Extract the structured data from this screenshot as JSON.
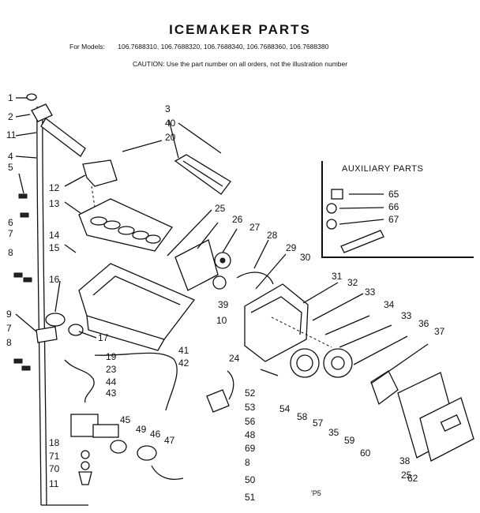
{
  "header": {
    "title": "ICEMAKER PARTS",
    "models_label": "For Models:",
    "models": "106.7688310, 106.7688320, 106.7688340, 106.7688360, 106.7688380",
    "caution": "CAUTION: Use the part number on all orders, not the illustration number"
  },
  "auxiliary": {
    "title": "AUXILIARY PARTS"
  },
  "callouts": [
    "1",
    "2",
    "11",
    "4",
    "5",
    "6",
    "7",
    "8",
    "12",
    "13",
    "14",
    "15",
    "16",
    "9",
    "7",
    "8",
    "17",
    "18",
    "71",
    "70",
    "11",
    "3",
    "40",
    "20",
    "25",
    "26",
    "27",
    "28",
    "29",
    "30",
    "39",
    "10",
    "24",
    "41",
    "42",
    "19",
    "23",
    "44",
    "43",
    "45",
    "49",
    "46",
    "47",
    "31",
    "32",
    "33",
    "34",
    "33",
    "36",
    "37",
    "52",
    "53",
    "56",
    "48",
    "69",
    "8",
    "50",
    "51",
    "54",
    "58",
    "57",
    "35",
    "59",
    "60",
    "38",
    "25",
    "62",
    "65",
    "66",
    "67"
  ],
  "footer": {
    "stamp": "'P5"
  }
}
